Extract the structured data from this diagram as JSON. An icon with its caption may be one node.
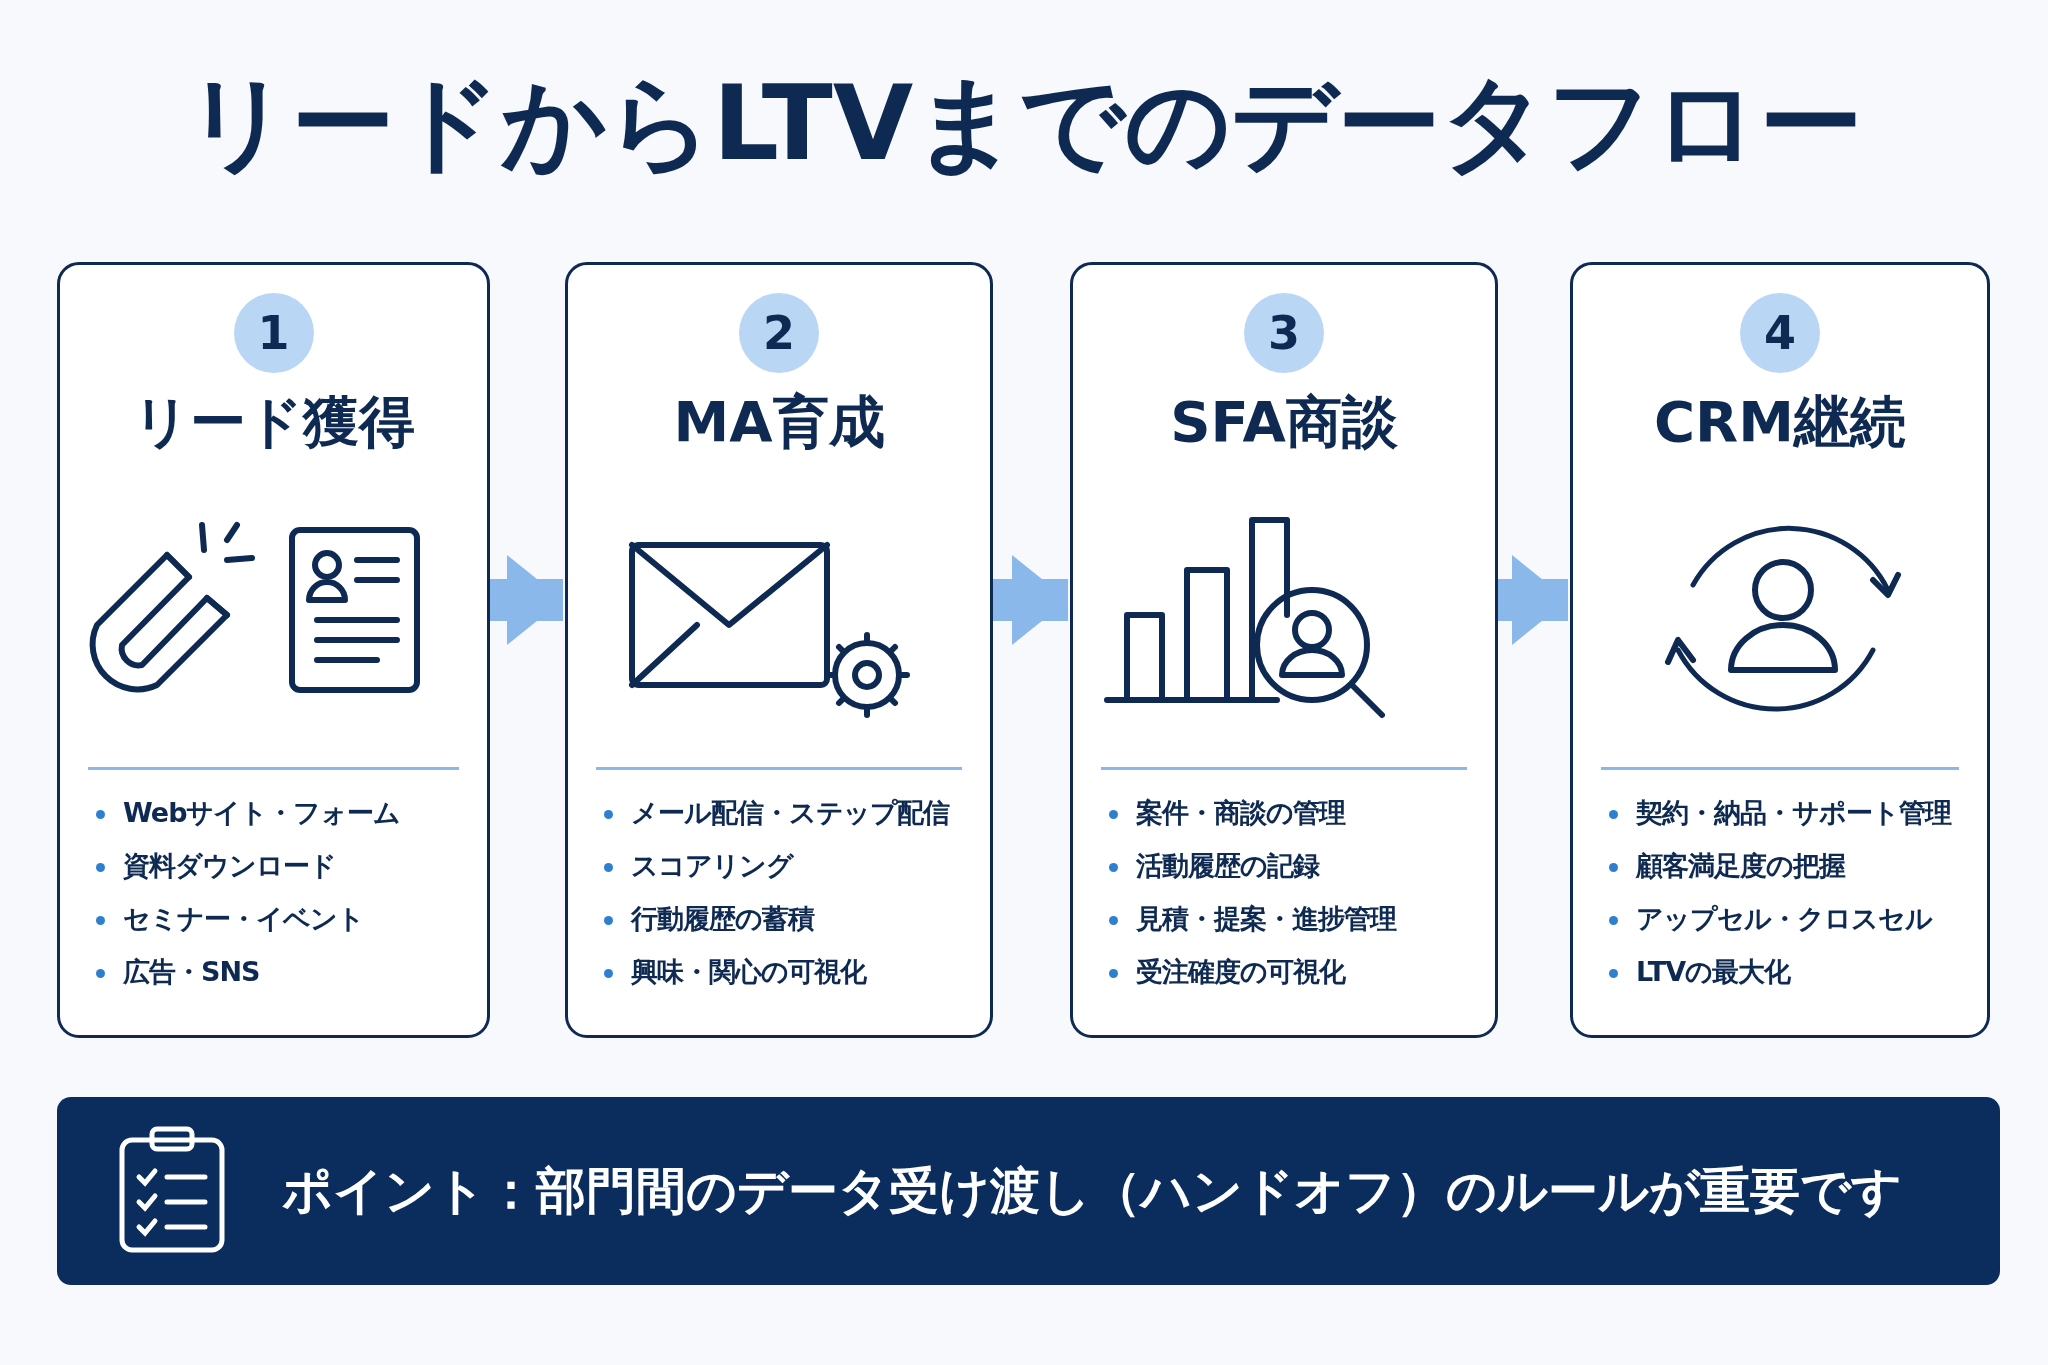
{
  "diagram": {
    "title": "リードからLTVまでのデータフロー",
    "nodes": [
      {
        "text": [
          "リード獲得",
          "Webサイト・フォーム",
          "資料ダウンロード",
          "セミナー・イベント",
          "広告・SNS"
        ]
      },
      {
        "text": [
          "1"
        ],
        "in": 0
      },
      {
        "text": [
          "MA育成",
          "メール配信・ステップ配信",
          "スコアリング",
          "行動履歴の蓄積",
          "興味・関心の可視化"
        ]
      },
      {
        "text": [
          "2"
        ],
        "in": 2
      },
      {
        "text": [
          "SFA商談",
          "案件・商談の管理",
          "活動履歴の記録",
          "見積・提案・進捗管理",
          "受注確度の可視化"
        ]
      },
      {
        "text": [
          "3"
        ],
        "in": 4
      },
      {
        "text": [
          "CRM継続",
          "契約・納品・サポート管理",
          "顧客満足度の把握",
          "アップセル・クロスセル",
          "LTVの最大化"
        ]
      },
      {
        "text": [
          "4"
        ],
        "in": 6
      },
      {
        "text": [
          "ポイント：部門間のデータ受け渡し（ハンドオフ）のルールが重要です"
        ]
      }
    ],
    "edges": [
      {
        "from": 0,
        "to": 2,
        "arrow": "to"
      },
      {
        "from": 2,
        "to": 4,
        "arrow": "to"
      },
      {
        "from": 4,
        "to": 6,
        "arrow": "to"
      }
    ]
  }
}
